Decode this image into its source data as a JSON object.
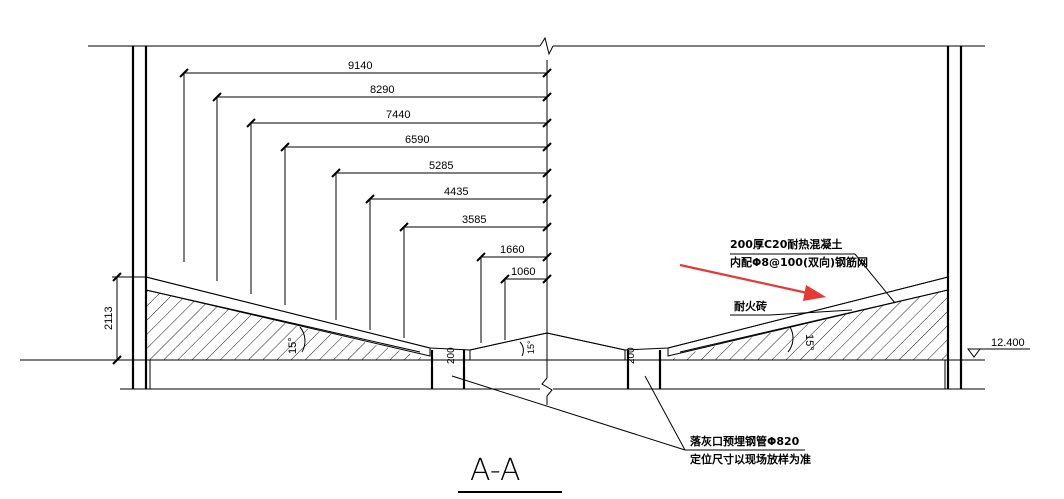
{
  "dimensions": {
    "horizontal": [
      "9140",
      "8290",
      "7440",
      "6590",
      "5285",
      "4435",
      "3585",
      "1660",
      "1060"
    ],
    "vertical_left": "2113",
    "small_left": "200",
    "small_right": "200"
  },
  "slopes": {
    "left": "15°",
    "center": "15°",
    "right": "15°"
  },
  "elevation": {
    "label": "12.400"
  },
  "notes": {
    "concrete_line1": "200厚C20耐热混凝土",
    "concrete_line2": "内配Φ8@100(双向)钢筋网",
    "firebrick": "耐火砖",
    "pipe_line1": "落灰口预埋钢管Φ820",
    "pipe_line2": "定位尺寸以现场放样为准"
  },
  "title": "A-A",
  "colors": {
    "line": "#000000",
    "arrow": "#e53935",
    "background": "#ffffff"
  }
}
